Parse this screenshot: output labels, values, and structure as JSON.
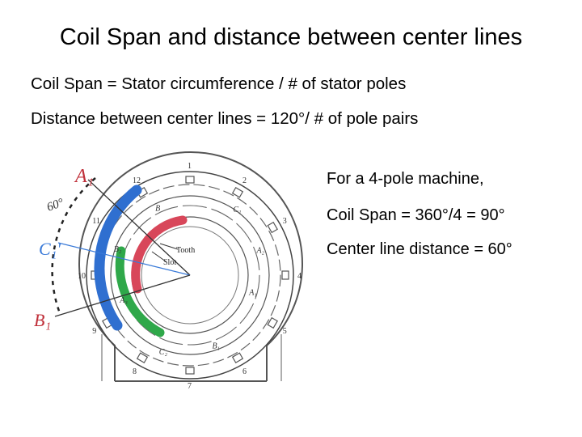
{
  "slide": {
    "title": "Coil Span and distance between center lines",
    "line1": "Coil Span = Stator circumference / # of stator poles",
    "line2": "Distance between center lines = 120°/ # of pole pairs"
  },
  "side_text": {
    "l1": "For a 4-pole machine,",
    "l2": "Coil Span = 360°/4 = 90°",
    "l3": "Center line distance = 60°"
  },
  "figure": {
    "handwritten": {
      "a1": "A₁",
      "angle": "60°",
      "c1": "C₁'",
      "b1": "B₁"
    },
    "labels": {
      "tooth": "Tooth",
      "slot": "Slot"
    },
    "slot_numbers": [
      "1",
      "2",
      "3",
      "4",
      "5",
      "6",
      "7",
      "8",
      "9",
      "10",
      "11",
      "12"
    ],
    "coil_letters": [
      "B",
      "C₁",
      "A₂",
      "A₁",
      "B₁",
      "C₂",
      "A₃",
      "B₂"
    ],
    "colors": {
      "blue_coil": "#2f6fd0",
      "green_coil": "#2fa84a",
      "red_coil": "#d8475a",
      "handwriting": "#c0303a",
      "line_blue": "#3a7ad8"
    }
  }
}
